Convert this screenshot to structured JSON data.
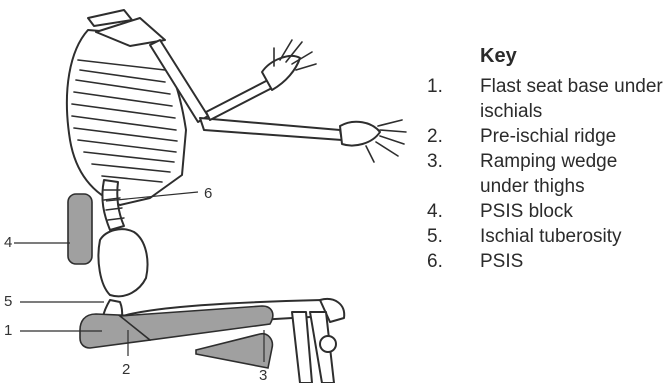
{
  "key": {
    "title": "Key",
    "items": [
      {
        "num": "1.",
        "text": "Flast seat base under ischials"
      },
      {
        "num": "2.",
        "text": "Pre-ischial ridge"
      },
      {
        "num": "3.",
        "text": "Ramping wedge under thighs"
      },
      {
        "num": "4.",
        "text": "PSIS block"
      },
      {
        "num": "5.",
        "text": "Ischial tuberosity"
      },
      {
        "num": "6.",
        "text": "PSIS"
      }
    ]
  },
  "callouts": {
    "c1": "1",
    "c2": "2",
    "c3": "3",
    "c4": "4",
    "c5": "5",
    "c6": "6"
  },
  "colors": {
    "line": "#2e2e2e",
    "shade": "#a0a0a0",
    "bone": "#ffffff"
  }
}
